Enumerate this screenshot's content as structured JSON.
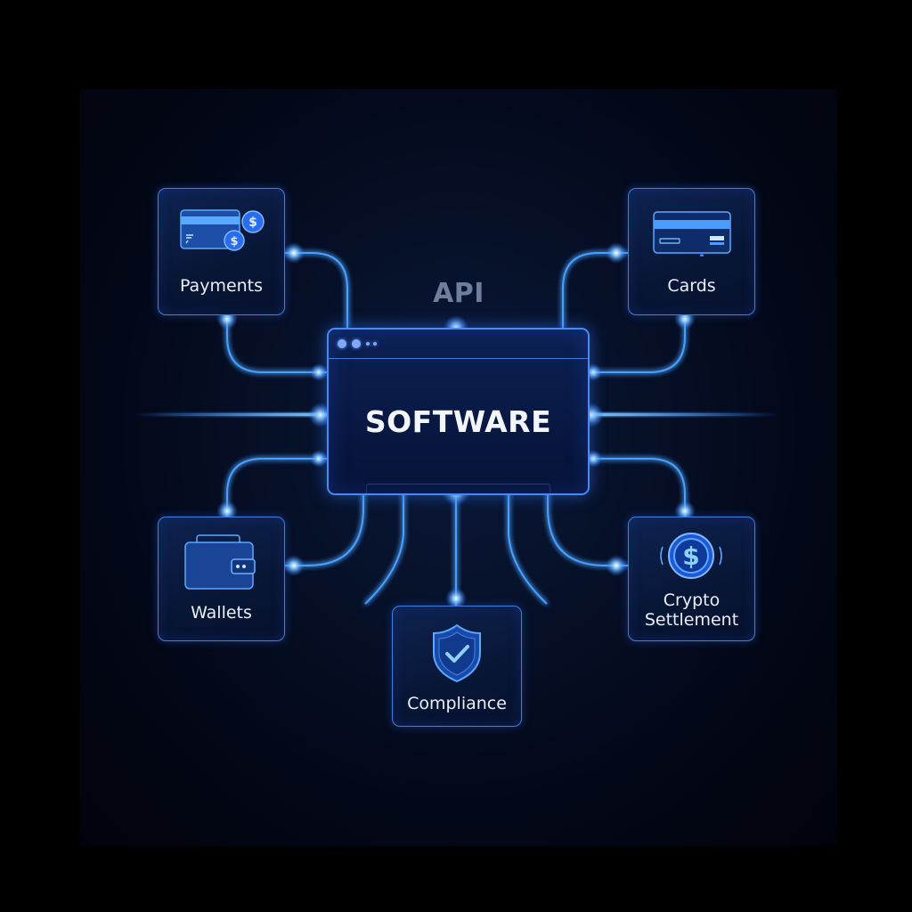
{
  "diagram": {
    "center": {
      "label": "SOFTWARE",
      "caption": "API",
      "window_dots": 4
    },
    "nodes": [
      {
        "id": "payments",
        "label": "Payments",
        "icon": "credit-card-with-coins-icon"
      },
      {
        "id": "cards",
        "label": "Cards",
        "icon": "credit-card-icon"
      },
      {
        "id": "wallets",
        "label": "Wallets",
        "icon": "wallet-icon"
      },
      {
        "id": "compliance",
        "label": "Compliance",
        "icon": "shield-check-icon"
      },
      {
        "id": "crypto",
        "label_line1": "Crypto",
        "label_line2": "Settlement",
        "icon": "dollar-coin-icon"
      }
    ],
    "connections": [
      {
        "from": "SOFTWARE",
        "to": "Payments"
      },
      {
        "from": "SOFTWARE",
        "to": "Cards"
      },
      {
        "from": "SOFTWARE",
        "to": "Wallets"
      },
      {
        "from": "SOFTWARE",
        "to": "Compliance"
      },
      {
        "from": "SOFTWARE",
        "to": "Crypto Settlement"
      }
    ]
  },
  "colors": {
    "background": "#000000",
    "panel": "#081636",
    "accent": "#3f7fe0",
    "glow": "#4aa8ff",
    "text": "#e8eefb",
    "api_text": "#6f7f99"
  }
}
